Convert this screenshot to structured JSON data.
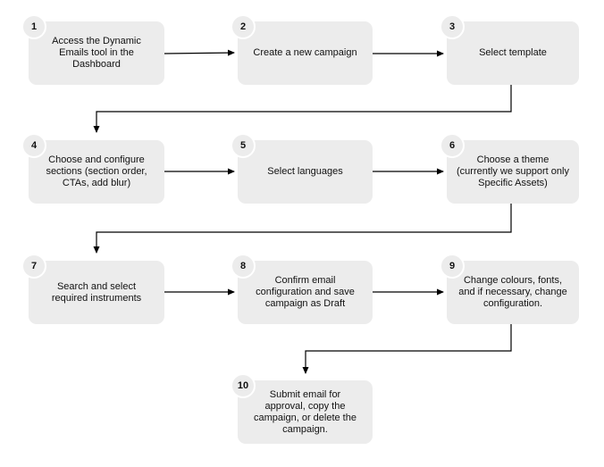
{
  "steps": [
    {
      "number": "1",
      "text": "Access the Dynamic\nEmails tool in the\nDashboard"
    },
    {
      "number": "2",
      "text": "Create a new campaign"
    },
    {
      "number": "3",
      "text": "Select template"
    },
    {
      "number": "4",
      "text": "Choose and configure\nsections (section order,\nCTAs, add blur)"
    },
    {
      "number": "5",
      "text": "Select languages"
    },
    {
      "number": "6",
      "text": "Choose a theme\n(currently we support only\nSpecific Assets)"
    },
    {
      "number": "7",
      "text": "Search and select\nrequired instruments"
    },
    {
      "number": "8",
      "text": "Confirm email\nconfiguration and save\ncampaign as Draft"
    },
    {
      "number": "9",
      "text": "Change colours, fonts,\nand if necessary, change\nconfiguration."
    },
    {
      "number": "10",
      "text": "Submit email for\napproval, copy the\ncampaign, or delete the\ncampaign."
    }
  ],
  "colors": {
    "box_fill": "#ececec",
    "text": "#111111",
    "connector": "#000000"
  }
}
